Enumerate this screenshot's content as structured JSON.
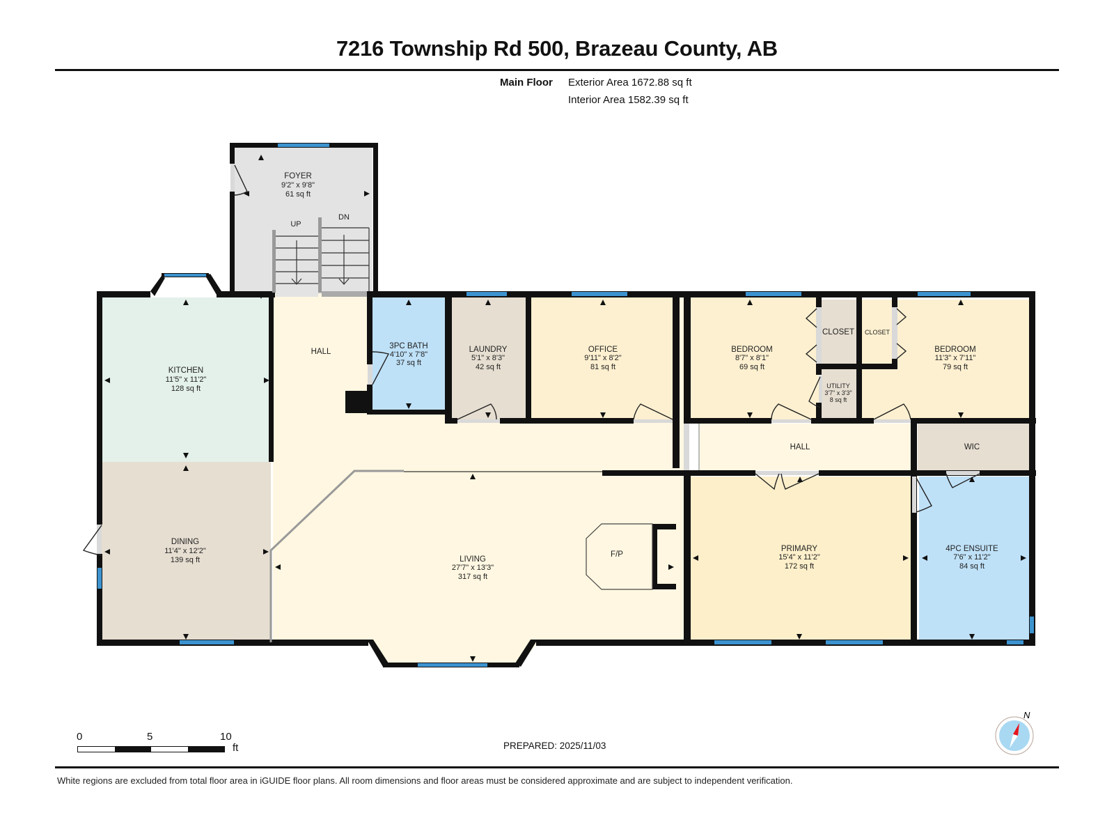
{
  "header": {
    "title": "7216 Township Rd 500, Brazeau County, AB",
    "floor_label": "Main Floor",
    "exterior_area": "Exterior Area 1672.88 sq ft",
    "interior_area": "Interior Area 1582.39 sq ft"
  },
  "rooms": [
    {
      "name": "FOYER",
      "dims": "9'2\" x 9'8\"",
      "area": "61 sq ft",
      "color": "#e3e3e3"
    },
    {
      "name": "KITCHEN",
      "dims": "11'5\" x 11'2\"",
      "area": "128 sq ft",
      "color": "#e4f0ea"
    },
    {
      "name": "DINING",
      "dims": "11'4\" x 12'2\"",
      "area": "139 sq ft",
      "color": "#e6ded1"
    },
    {
      "name": "HALL",
      "dims": "",
      "area": "",
      "color": "#fff7e1"
    },
    {
      "name": "3PC BATH",
      "dims": "4'10\" x 7'8\"",
      "area": "37 sq ft",
      "color": "#bfe1f8"
    },
    {
      "name": "LAUNDRY",
      "dims": "5'1\" x 8'3\"",
      "area": "42 sq ft",
      "color": "#e6ded1"
    },
    {
      "name": "OFFICE",
      "dims": "9'11\" x 8'2\"",
      "area": "81 sq ft",
      "color": "#fdf0d0"
    },
    {
      "name": "BEDROOM",
      "dims": "8'7\" x 8'1\"",
      "area": "69 sq ft",
      "color": "#fdf0d0"
    },
    {
      "name": "CLOSET",
      "dims": "",
      "area": "",
      "color": "#e6ded1"
    },
    {
      "name": "CLOSET",
      "dims": "",
      "area": "",
      "color": "#e6ded1"
    },
    {
      "name": "UTILITY",
      "dims": "3'7\" x 3'3\"",
      "area": "8 sq ft",
      "color": "#e6ded1"
    },
    {
      "name": "BEDROOM",
      "dims": "11'3\" x 7'11\"",
      "area": "79 sq ft",
      "color": "#fdf0d0"
    },
    {
      "name": "HALL",
      "dims": "",
      "area": "",
      "color": "#fff7e1"
    },
    {
      "name": "WIC",
      "dims": "",
      "area": "",
      "color": "#e6ded1"
    },
    {
      "name": "LIVING",
      "dims": "27'7\" x 13'3\"",
      "area": "317 sq ft",
      "color": "#fff7e1"
    },
    {
      "name": "F/P",
      "dims": "",
      "area": "",
      "color": "#fff7e1"
    },
    {
      "name": "PRIMARY",
      "dims": "15'4\" x 11'2\"",
      "area": "172 sq ft",
      "color": "#fdefca"
    },
    {
      "name": "4PC ENSUITE",
      "dims": "7'6\" x 11'2\"",
      "area": "84 sq ft",
      "color": "#bfe1f8"
    }
  ],
  "stairs": {
    "up_label": "UP",
    "down_label": "DN"
  },
  "scale_bar": {
    "ticks": [
      "0",
      "5",
      "10"
    ],
    "unit": "ft"
  },
  "prepared": "PREPARED: 2025/11/03",
  "compass": {
    "label": "N"
  },
  "footer": {
    "disclaimer": "White regions are excluded from total floor area in iGUIDE floor plans. All room dimensions and floor areas must be considered approximate and are subject to independent verification."
  },
  "colors": {
    "wall": "#111111",
    "window": "#3d93cf",
    "door_gap": "#d9d9d9",
    "compass_fill": "#a9d8f2",
    "compass_needle": "#e8141b"
  }
}
